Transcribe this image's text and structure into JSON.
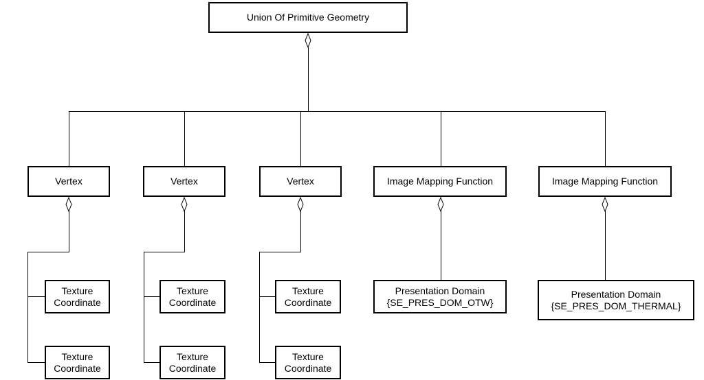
{
  "colors": {
    "background": "#ffffff",
    "line": "#000000",
    "text": "#000000"
  },
  "diagram": {
    "relationship_marker": "open-aggregation-diamond",
    "root": {
      "label": "Union Of Primitive Geometry"
    },
    "branches": [
      {
        "label": "Vertex",
        "children": [
          {
            "label": "Texture Coordinate"
          },
          {
            "label": "Texture Coordinate"
          }
        ]
      },
      {
        "label": "Vertex",
        "children": [
          {
            "label": "Texture Coordinate"
          },
          {
            "label": "Texture Coordinate"
          }
        ]
      },
      {
        "label": "Vertex",
        "children": [
          {
            "label": "Texture Coordinate"
          },
          {
            "label": "Texture Coordinate"
          }
        ]
      },
      {
        "label": "Image Mapping Function",
        "children": [
          {
            "label_lines": [
              "Presentation Domain",
              "{SE_PRES_DOM_OTW}"
            ]
          }
        ]
      },
      {
        "label": "Image Mapping Function",
        "children": [
          {
            "label_lines": [
              "Presentation Domain",
              "{SE_PRES_DOM_THERMAL}"
            ]
          }
        ]
      }
    ]
  }
}
